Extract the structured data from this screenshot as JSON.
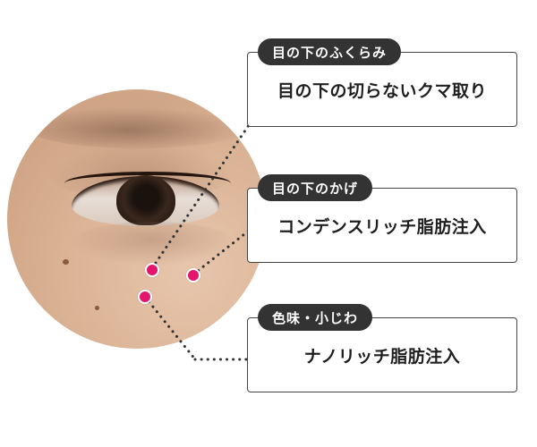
{
  "annotations": [
    {
      "category": "目の下のふくらみ",
      "treatment": "目の下の切らないクマ取り"
    },
    {
      "category": "目の下のかげ",
      "treatment": "コンデンスリッチ脂肪注入"
    },
    {
      "category": "色味・小じわ",
      "treatment": "ナノリッチ脂肪注入"
    }
  ],
  "colors": {
    "marker": "#e4156a",
    "tag_background": "#333333",
    "box_border": "#444444",
    "connector": "#333333"
  }
}
